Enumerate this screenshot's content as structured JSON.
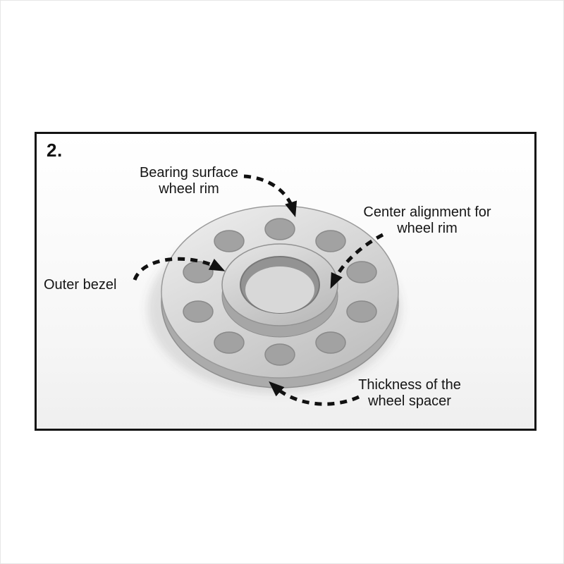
{
  "figure": {
    "step_number": "2.",
    "labels": {
      "bearing_surface": "Bearing surface\nwheel rim",
      "center_alignment": "Center alignment for\nwheel rim",
      "outer_bezel": "Outer bezel",
      "thickness": "Thickness of the\nwheel spacer"
    },
    "colors": {
      "frame_border": "#141414",
      "arrow": "#111111",
      "spacer_highlight": "#ededed",
      "spacer_base": "#c4c4c4",
      "hole_shadow": "#a0a0a0"
    }
  }
}
